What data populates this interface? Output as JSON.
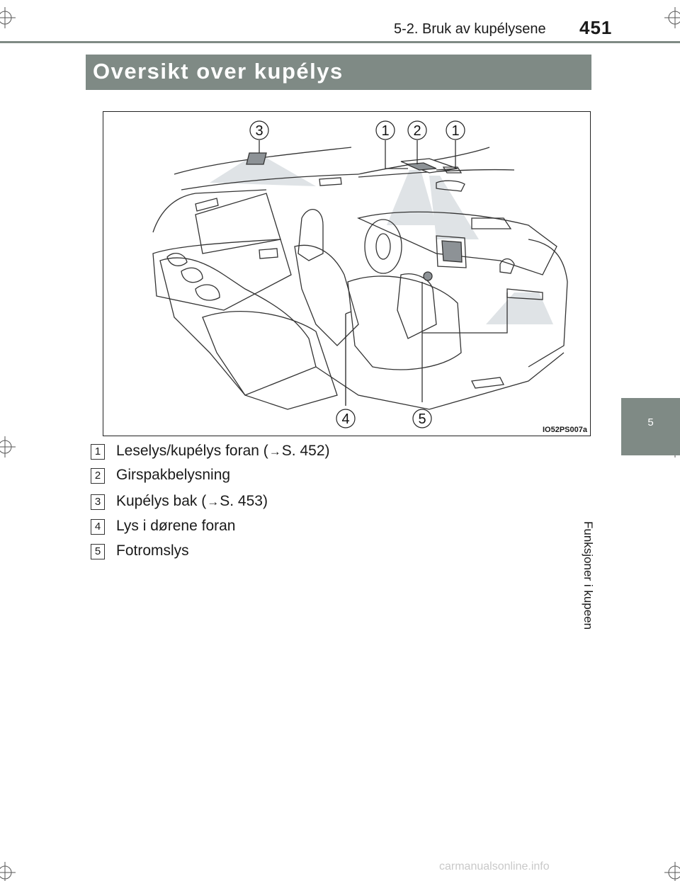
{
  "header": {
    "section": "5-2. Bruk av kupélysene",
    "page_number": "451"
  },
  "title": "Oversikt over kupélys",
  "figure": {
    "code": "IO52PS007a",
    "callouts": [
      "3",
      "1",
      "2",
      "1",
      "4",
      "5"
    ]
  },
  "legend": [
    {
      "num": "1",
      "text": "Leselys/kupélys foran (",
      "arrow": "→",
      "ref": "S. 452)"
    },
    {
      "num": "2",
      "text": "Girspakbelysning",
      "arrow": "",
      "ref": ""
    },
    {
      "num": "3",
      "text": "Kupélys bak (",
      "arrow": "→",
      "ref": "S. 453)"
    },
    {
      "num": "4",
      "text": "Lys i dørene foran",
      "arrow": "",
      "ref": ""
    },
    {
      "num": "5",
      "text": "Fotromslys",
      "arrow": "",
      "ref": ""
    }
  ],
  "chapter_tab": {
    "number": "5",
    "title": "Funksjoner i kupeen"
  },
  "footer": "carmanualsonline.info",
  "colors": {
    "band": "#7f8a85",
    "text": "#1a1a1a"
  }
}
